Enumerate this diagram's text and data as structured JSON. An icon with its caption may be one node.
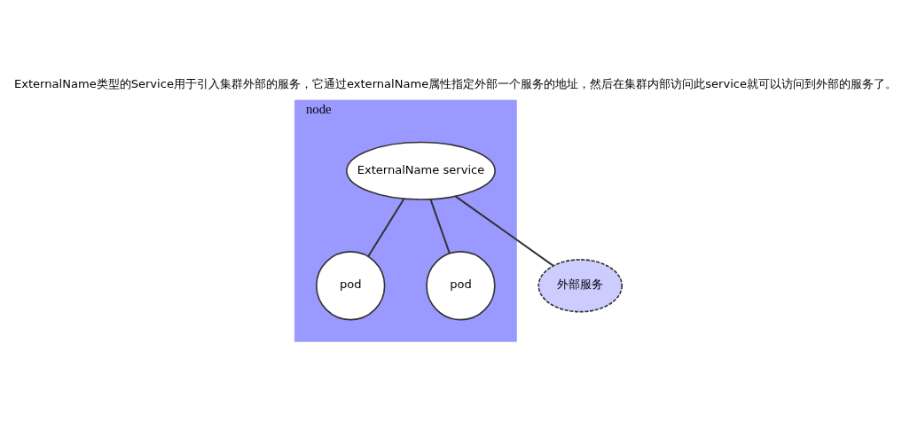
{
  "diagram": {
    "caption": "ExternalName类型的Service用于引入集群外部的服务，它通过externalName属性指定外部一个服务的地址，然后在集群内部访问此service就可以访问到外部的服务了。",
    "nodes": [
      {
        "text": [
          "node"
        ]
      },
      {
        "text": [
          "ExternalName service"
        ],
        "in": 0
      },
      {
        "text": [
          "pod"
        ],
        "in": 0
      },
      {
        "text": [
          "pod"
        ],
        "in": 0
      },
      {
        "text": [
          "外部服务"
        ]
      }
    ],
    "edges": [
      {
        "from": 1,
        "to": 4,
        "arrow": "none"
      },
      {
        "from": 1,
        "to": 2,
        "arrow": "none"
      },
      {
        "from": 1,
        "to": 3,
        "arrow": "none"
      }
    ]
  }
}
